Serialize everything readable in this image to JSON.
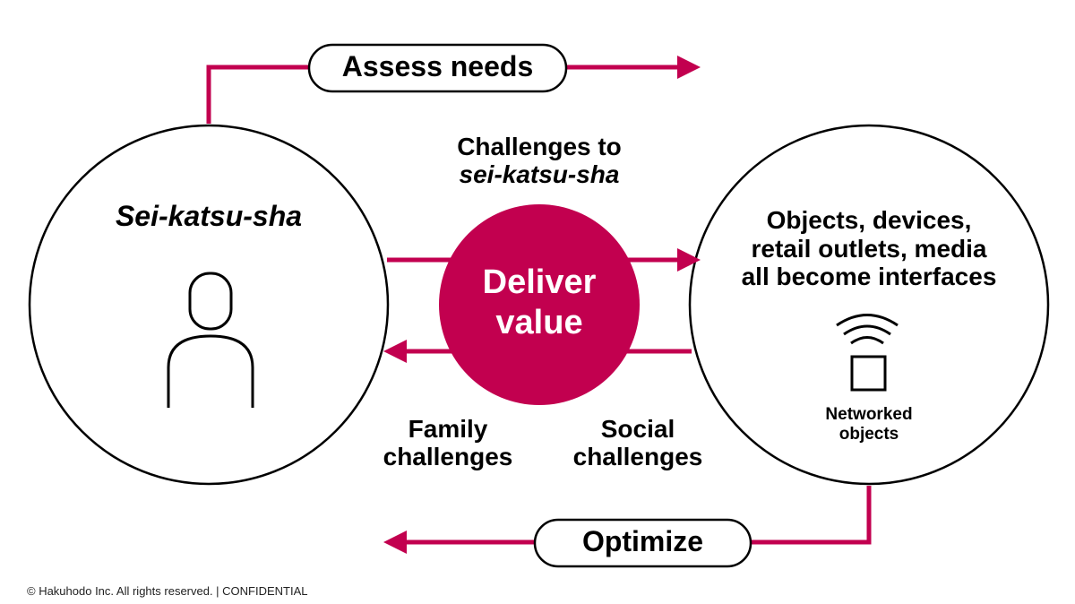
{
  "diagram": {
    "assess_needs": "Assess needs",
    "optimize": "Optimize",
    "left_circle_title": "Sei-katsu-sha",
    "center_circle": [
      "Deliver",
      "value"
    ],
    "challenges_top": [
      "Challenges to",
      "sei-katsu-sha"
    ],
    "family_challenges": [
      "Family",
      "challenges"
    ],
    "social_challenges": [
      "Social",
      "challenges"
    ],
    "right_circle_text": [
      "Objects, devices,",
      "retail outlets, media",
      "all become interfaces"
    ],
    "networked_objects": [
      "Networked",
      "objects"
    ]
  },
  "icons": {
    "person": "person-icon",
    "networked_device": "networked-device-icon"
  },
  "colors": {
    "accent": "#C2004F",
    "outline": "#000000",
    "background": "#FFFFFF"
  },
  "footer": {
    "copyright": "© Hakuhodo Inc. All rights reserved. | CONFIDENTIAL"
  }
}
